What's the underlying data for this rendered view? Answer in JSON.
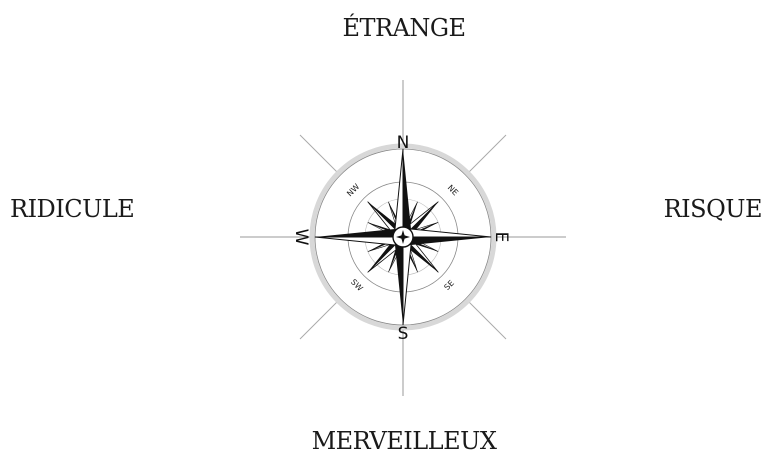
{
  "labels": {
    "top": "ÉTRANGE",
    "bottom": "MERVEILLEUX",
    "left": "RIDICULE",
    "right": "RISQUE"
  },
  "compass": {
    "cardinals": {
      "n": "N",
      "e": "E",
      "s": "S",
      "w": "W"
    },
    "intercardinals": {
      "ne": "NE",
      "nw": "NW",
      "se": "SE",
      "sw": "SW"
    }
  }
}
